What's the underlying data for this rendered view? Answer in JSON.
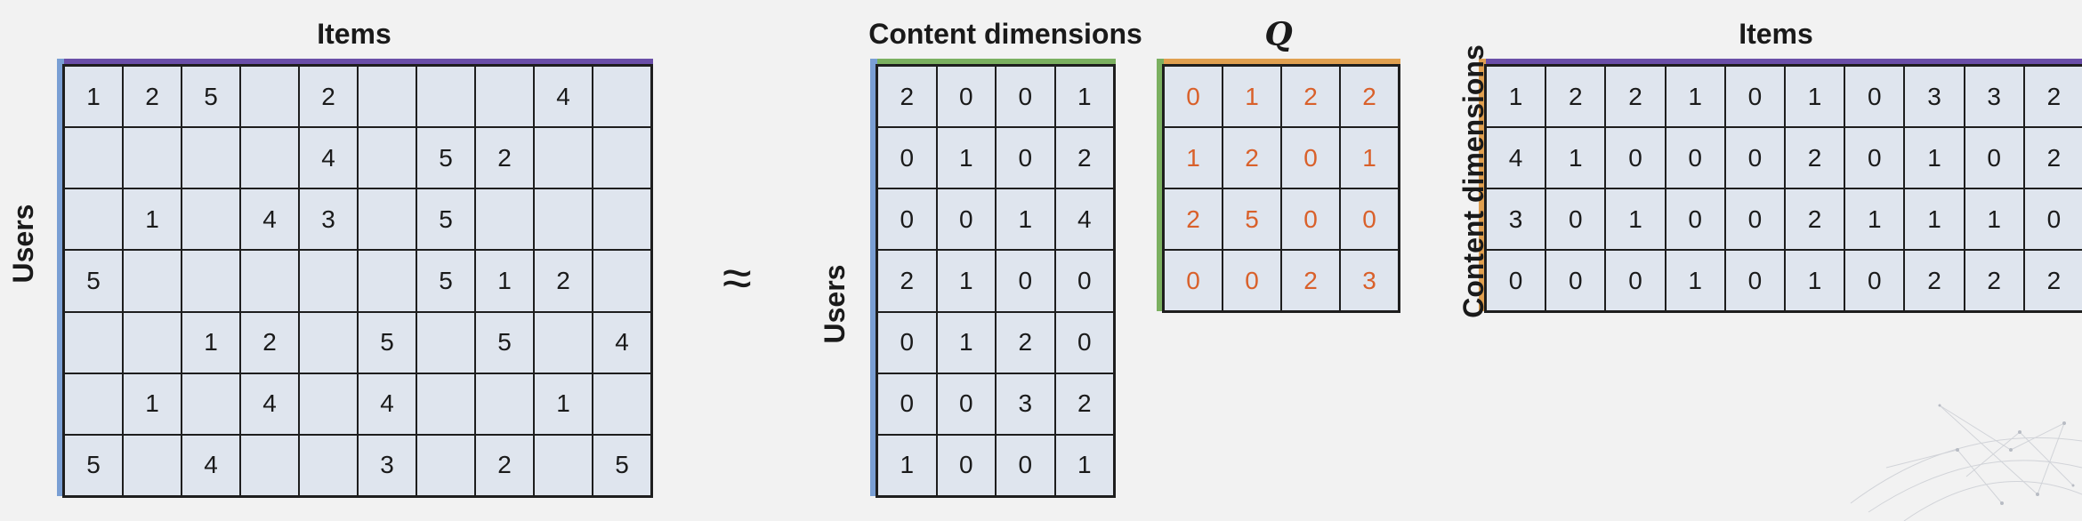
{
  "left": {
    "title": "Items",
    "row_label": "Users",
    "rows": [
      [
        "1",
        "2",
        "5",
        "",
        "2",
        "",
        "",
        "",
        "4",
        ""
      ],
      [
        "",
        "",
        "",
        "",
        "4",
        "",
        "5",
        "2",
        "",
        ""
      ],
      [
        "",
        "1",
        "",
        "4",
        "3",
        "",
        "5",
        "",
        "",
        ""
      ],
      [
        "5",
        "",
        "",
        "",
        "",
        "",
        "5",
        "1",
        "2",
        ""
      ],
      [
        "",
        "",
        "1",
        "2",
        "",
        "5",
        "",
        "5",
        "",
        "4"
      ],
      [
        "",
        "1",
        "",
        "4",
        "",
        "4",
        "",
        "",
        "1",
        ""
      ],
      [
        "5",
        "",
        "4",
        "",
        "",
        "3",
        "",
        "2",
        "",
        "5"
      ]
    ]
  },
  "approx_symbol": "≈",
  "p": {
    "title": "Content dimensions",
    "row_label": "Users",
    "rows": [
      [
        "2",
        "0",
        "0",
        "1"
      ],
      [
        "0",
        "1",
        "0",
        "2"
      ],
      [
        "0",
        "0",
        "1",
        "4"
      ],
      [
        "2",
        "1",
        "0",
        "0"
      ],
      [
        "0",
        "1",
        "2",
        "0"
      ],
      [
        "0",
        "0",
        "3",
        "2"
      ],
      [
        "1",
        "0",
        "0",
        "1"
      ]
    ]
  },
  "q": {
    "title": "Q",
    "rows": [
      [
        "0",
        "1",
        "2",
        "2"
      ],
      [
        "1",
        "2",
        "0",
        "1"
      ],
      [
        "2",
        "5",
        "0",
        "0"
      ],
      [
        "0",
        "0",
        "2",
        "3"
      ]
    ]
  },
  "right": {
    "title": "Items",
    "row_label": "Content dimensions",
    "rows": [
      [
        "1",
        "2",
        "2",
        "1",
        "0",
        "1",
        "0",
        "3",
        "3",
        "2"
      ],
      [
        "4",
        "1",
        "0",
        "0",
        "0",
        "2",
        "0",
        "1",
        "0",
        "2"
      ],
      [
        "3",
        "0",
        "1",
        "0",
        "0",
        "2",
        "1",
        "1",
        "1",
        "0"
      ],
      [
        "0",
        "0",
        "0",
        "1",
        "0",
        "1",
        "0",
        "2",
        "2",
        "2"
      ]
    ]
  },
  "colors": {
    "purple": "#6a4ea8",
    "blue": "#7a9fd4",
    "green": "#7bb060",
    "orange": "#e0a050",
    "q_values": "#d9602a"
  }
}
